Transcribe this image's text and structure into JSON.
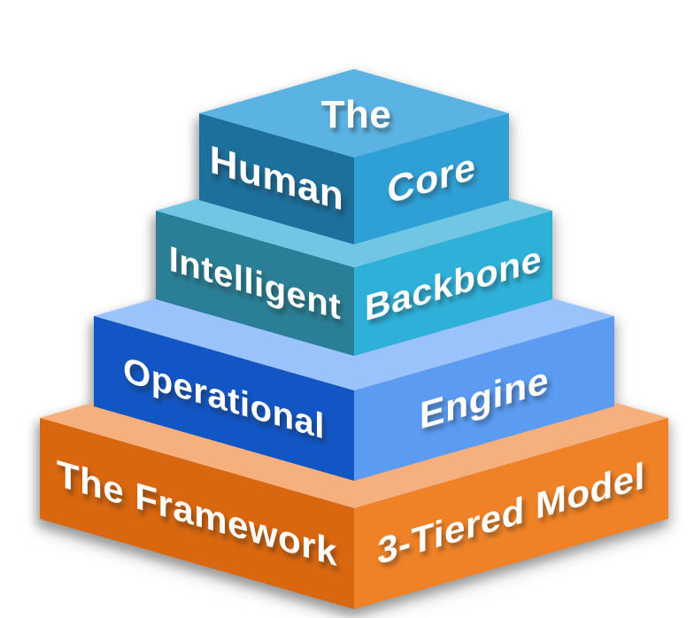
{
  "diagram": {
    "background_color": "#ffffff",
    "text_color": "#ffffff",
    "tiers": [
      {
        "name": "core",
        "top_label": "The",
        "left_label": "Human",
        "right_label": "Core",
        "colors": {
          "top": "#5ab3e3",
          "left": "#1d6f9c",
          "right": "#2fa0d5"
        }
      },
      {
        "name": "backbone",
        "left_label": "Intelligent",
        "right_label": "Backbone",
        "colors": {
          "top": "#70c6e3",
          "left": "#2a7f96",
          "right": "#2eb0d8"
        }
      },
      {
        "name": "engine",
        "left_label": "Operational",
        "right_label": "Engine",
        "colors": {
          "top": "#9ac3fc",
          "left": "#1256c5",
          "right": "#5b9bf2"
        }
      },
      {
        "name": "framework",
        "left_label": "The Framework",
        "right_label": "3-Tiered Model",
        "colors": {
          "top": "#f6b07e",
          "left": "#d9670f",
          "right": "#ef8227"
        }
      }
    ]
  }
}
